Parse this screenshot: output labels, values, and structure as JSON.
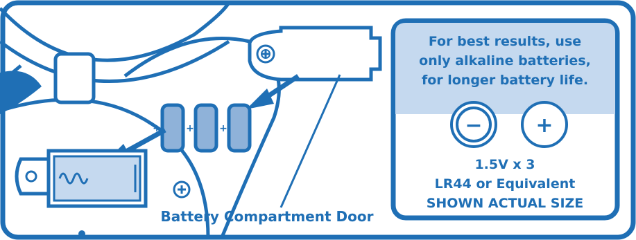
{
  "callout_label": "Battery Compartment Door",
  "info_box": {
    "line1": "For best results, use",
    "line2": "only alkaline batteries,",
    "line3": "for longer battery life.",
    "negative_symbol": "−",
    "positive_symbol": "+",
    "spec_line1": "1.5V x 3",
    "spec_line2": "LR44 or Equivalent",
    "spec_line3": "SHOWN ACTUAL SIZE"
  },
  "battery_polarity_marks": [
    "+",
    "+",
    "+"
  ],
  "colors": {
    "primary_blue": "#1f6fb5",
    "light_blue_panel": "#c5d9ef",
    "background": "#ffffff"
  }
}
